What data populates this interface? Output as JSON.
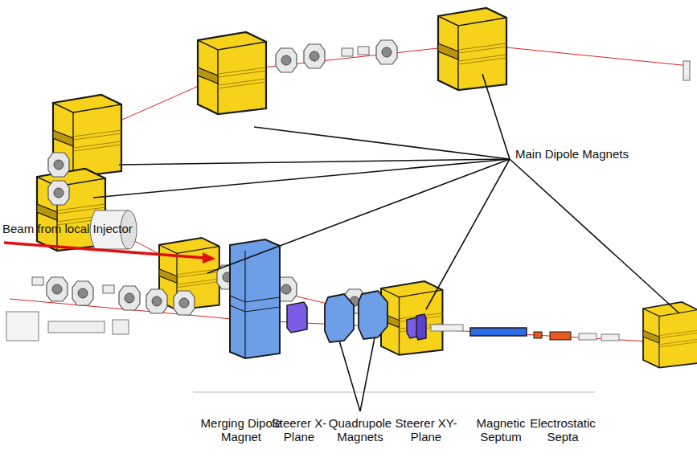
{
  "diagram": {
    "labels": [
      "Main Dipole Magnets",
      "Beam from local Injector",
      "Merging Dipole Magnet",
      "Steerer X-Plane",
      "Quadrupole Magnets",
      "Steerer XY-Plane",
      "Magnetic Septum",
      "Electrostatic Septa"
    ]
  }
}
